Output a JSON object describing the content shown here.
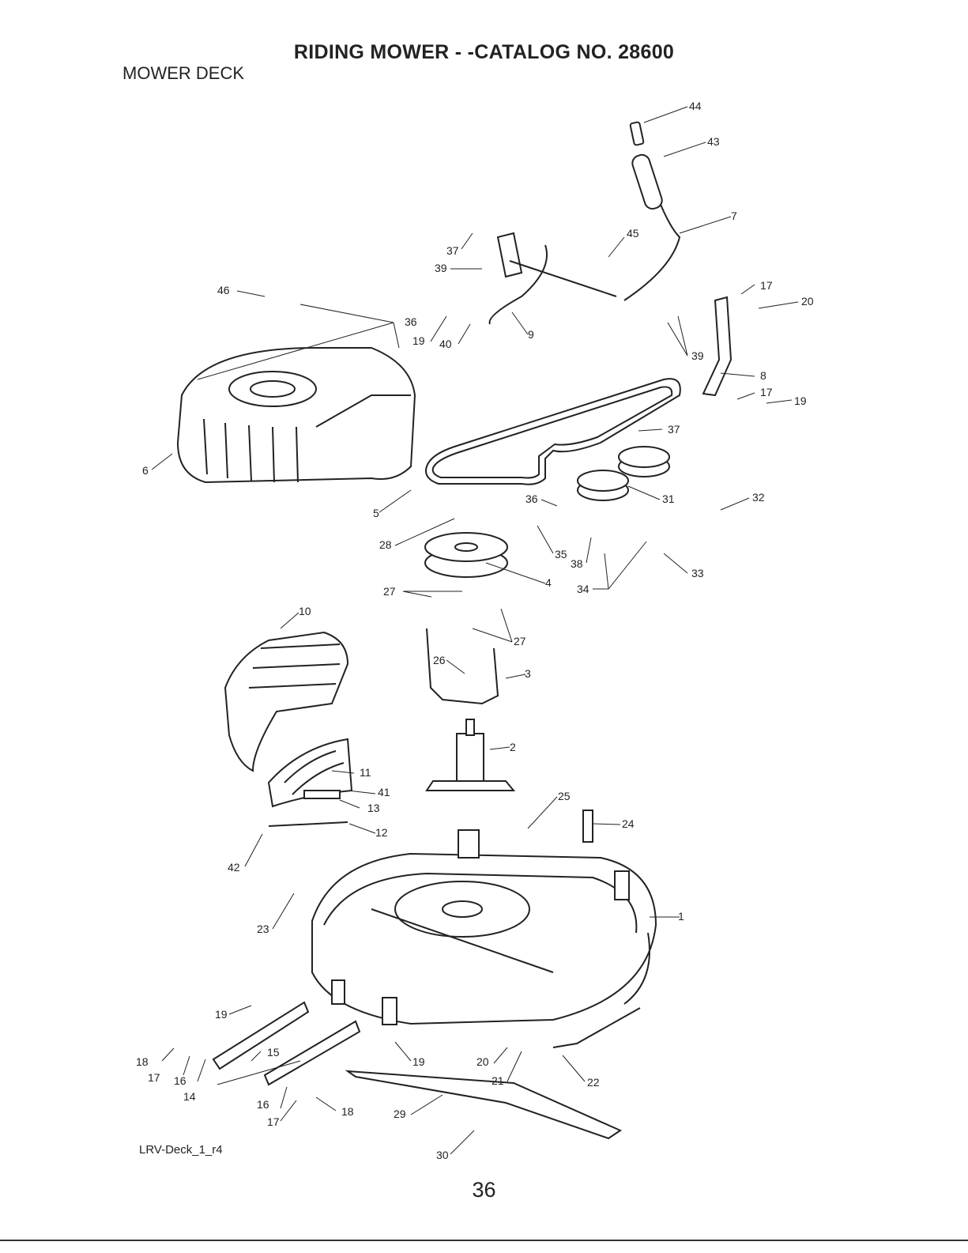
{
  "header": {
    "title": "RIDING MOWER - -CATALOG NO.  28600",
    "section": "MOWER DECK"
  },
  "footer": {
    "drawing_code": "LRV-Deck_1_r4",
    "page_number": "36"
  },
  "callouts": [
    "1",
    "2",
    "3",
    "4",
    "5",
    "6",
    "7",
    "8",
    "9",
    "10",
    "11",
    "12",
    "13",
    "14",
    "15",
    "16",
    "16",
    "17",
    "17",
    "17",
    "17",
    "18",
    "18",
    "19",
    "19",
    "19",
    "19",
    "20",
    "20",
    "21",
    "22",
    "23",
    "24",
    "25",
    "26",
    "27",
    "27",
    "28",
    "29",
    "30",
    "31",
    "32",
    "33",
    "34",
    "35",
    "36",
    "36",
    "37",
    "37",
    "38",
    "39",
    "39",
    "40",
    "41",
    "42",
    "43",
    "44",
    "45",
    "46"
  ]
}
